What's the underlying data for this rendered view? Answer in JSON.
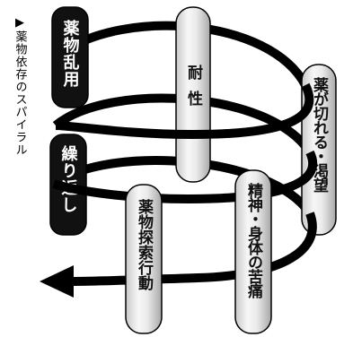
{
  "diagram": {
    "title": "▶薬物依存のスパイラル",
    "pillars": [
      {
        "id": "drug-abuse",
        "label": "薬物乱用"
      },
      {
        "id": "repetition",
        "label": "繰り返し"
      },
      {
        "id": "tolerance",
        "label": "耐性"
      },
      {
        "id": "withdrawal-craving",
        "label": "薬が切れる・渇望"
      },
      {
        "id": "drug-seeking",
        "label": "薬物探索行動"
      },
      {
        "id": "mental-physical-suffering",
        "label": "精神・身体の苦痛"
      }
    ]
  }
}
